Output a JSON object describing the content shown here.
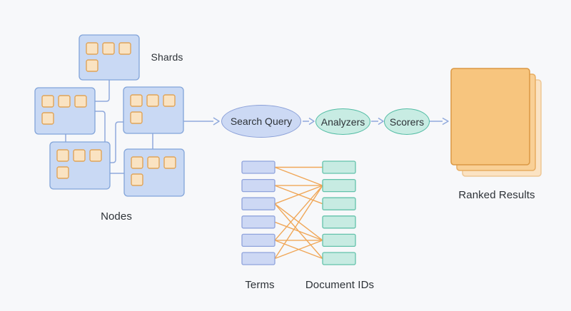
{
  "diagram": {
    "cluster": {
      "shards_label": "Shards",
      "nodes_label": "Nodes",
      "node_count": 5,
      "shard_squares_per_node": 4
    },
    "pipeline": {
      "stages": [
        {
          "label": "Search Query",
          "kind": "query"
        },
        {
          "label": "Analyzers",
          "kind": "stage"
        },
        {
          "label": "Scorers",
          "kind": "stage"
        }
      ],
      "result_label": "Ranked Results",
      "result_page_count": 3
    },
    "inverted_index": {
      "terms_label": "Terms",
      "docs_label": "Document IDs",
      "term_count": 6,
      "doc_count": 6,
      "edges": [
        [
          0,
          0
        ],
        [
          0,
          1
        ],
        [
          1,
          1
        ],
        [
          1,
          2
        ],
        [
          2,
          1
        ],
        [
          2,
          4
        ],
        [
          2,
          5
        ],
        [
          3,
          4
        ],
        [
          4,
          1
        ],
        [
          4,
          4
        ],
        [
          4,
          5
        ],
        [
          5,
          1
        ],
        [
          5,
          4
        ]
      ]
    }
  },
  "colors": {
    "background": "#f7f8fa",
    "text": "#2d3237",
    "node_fill": "#c9d9f4",
    "node_stroke": "#82a4d9",
    "square_fill": "#fae3c2",
    "square_stroke": "#e0a458",
    "connector": "#90a9dc",
    "query_fill": "#ccd9f4",
    "query_stroke": "#8ba0d8",
    "stage_fill": "#c8ece3",
    "stage_stroke": "#54bda5",
    "term_fill": "#cdd8f4",
    "term_stroke": "#8fa3dc",
    "doc_fill": "#c7ebe2",
    "doc_stroke": "#63c2ab",
    "edge": "#f0a758",
    "page_front_fill": "#f7c57e",
    "page_front_stroke": "#db9843",
    "page_mid_fill": "#f9d096",
    "page_mid_stroke": "#e8ad61",
    "page_back_fill": "#fbe3c3",
    "page_back_stroke": "#eec795"
  }
}
